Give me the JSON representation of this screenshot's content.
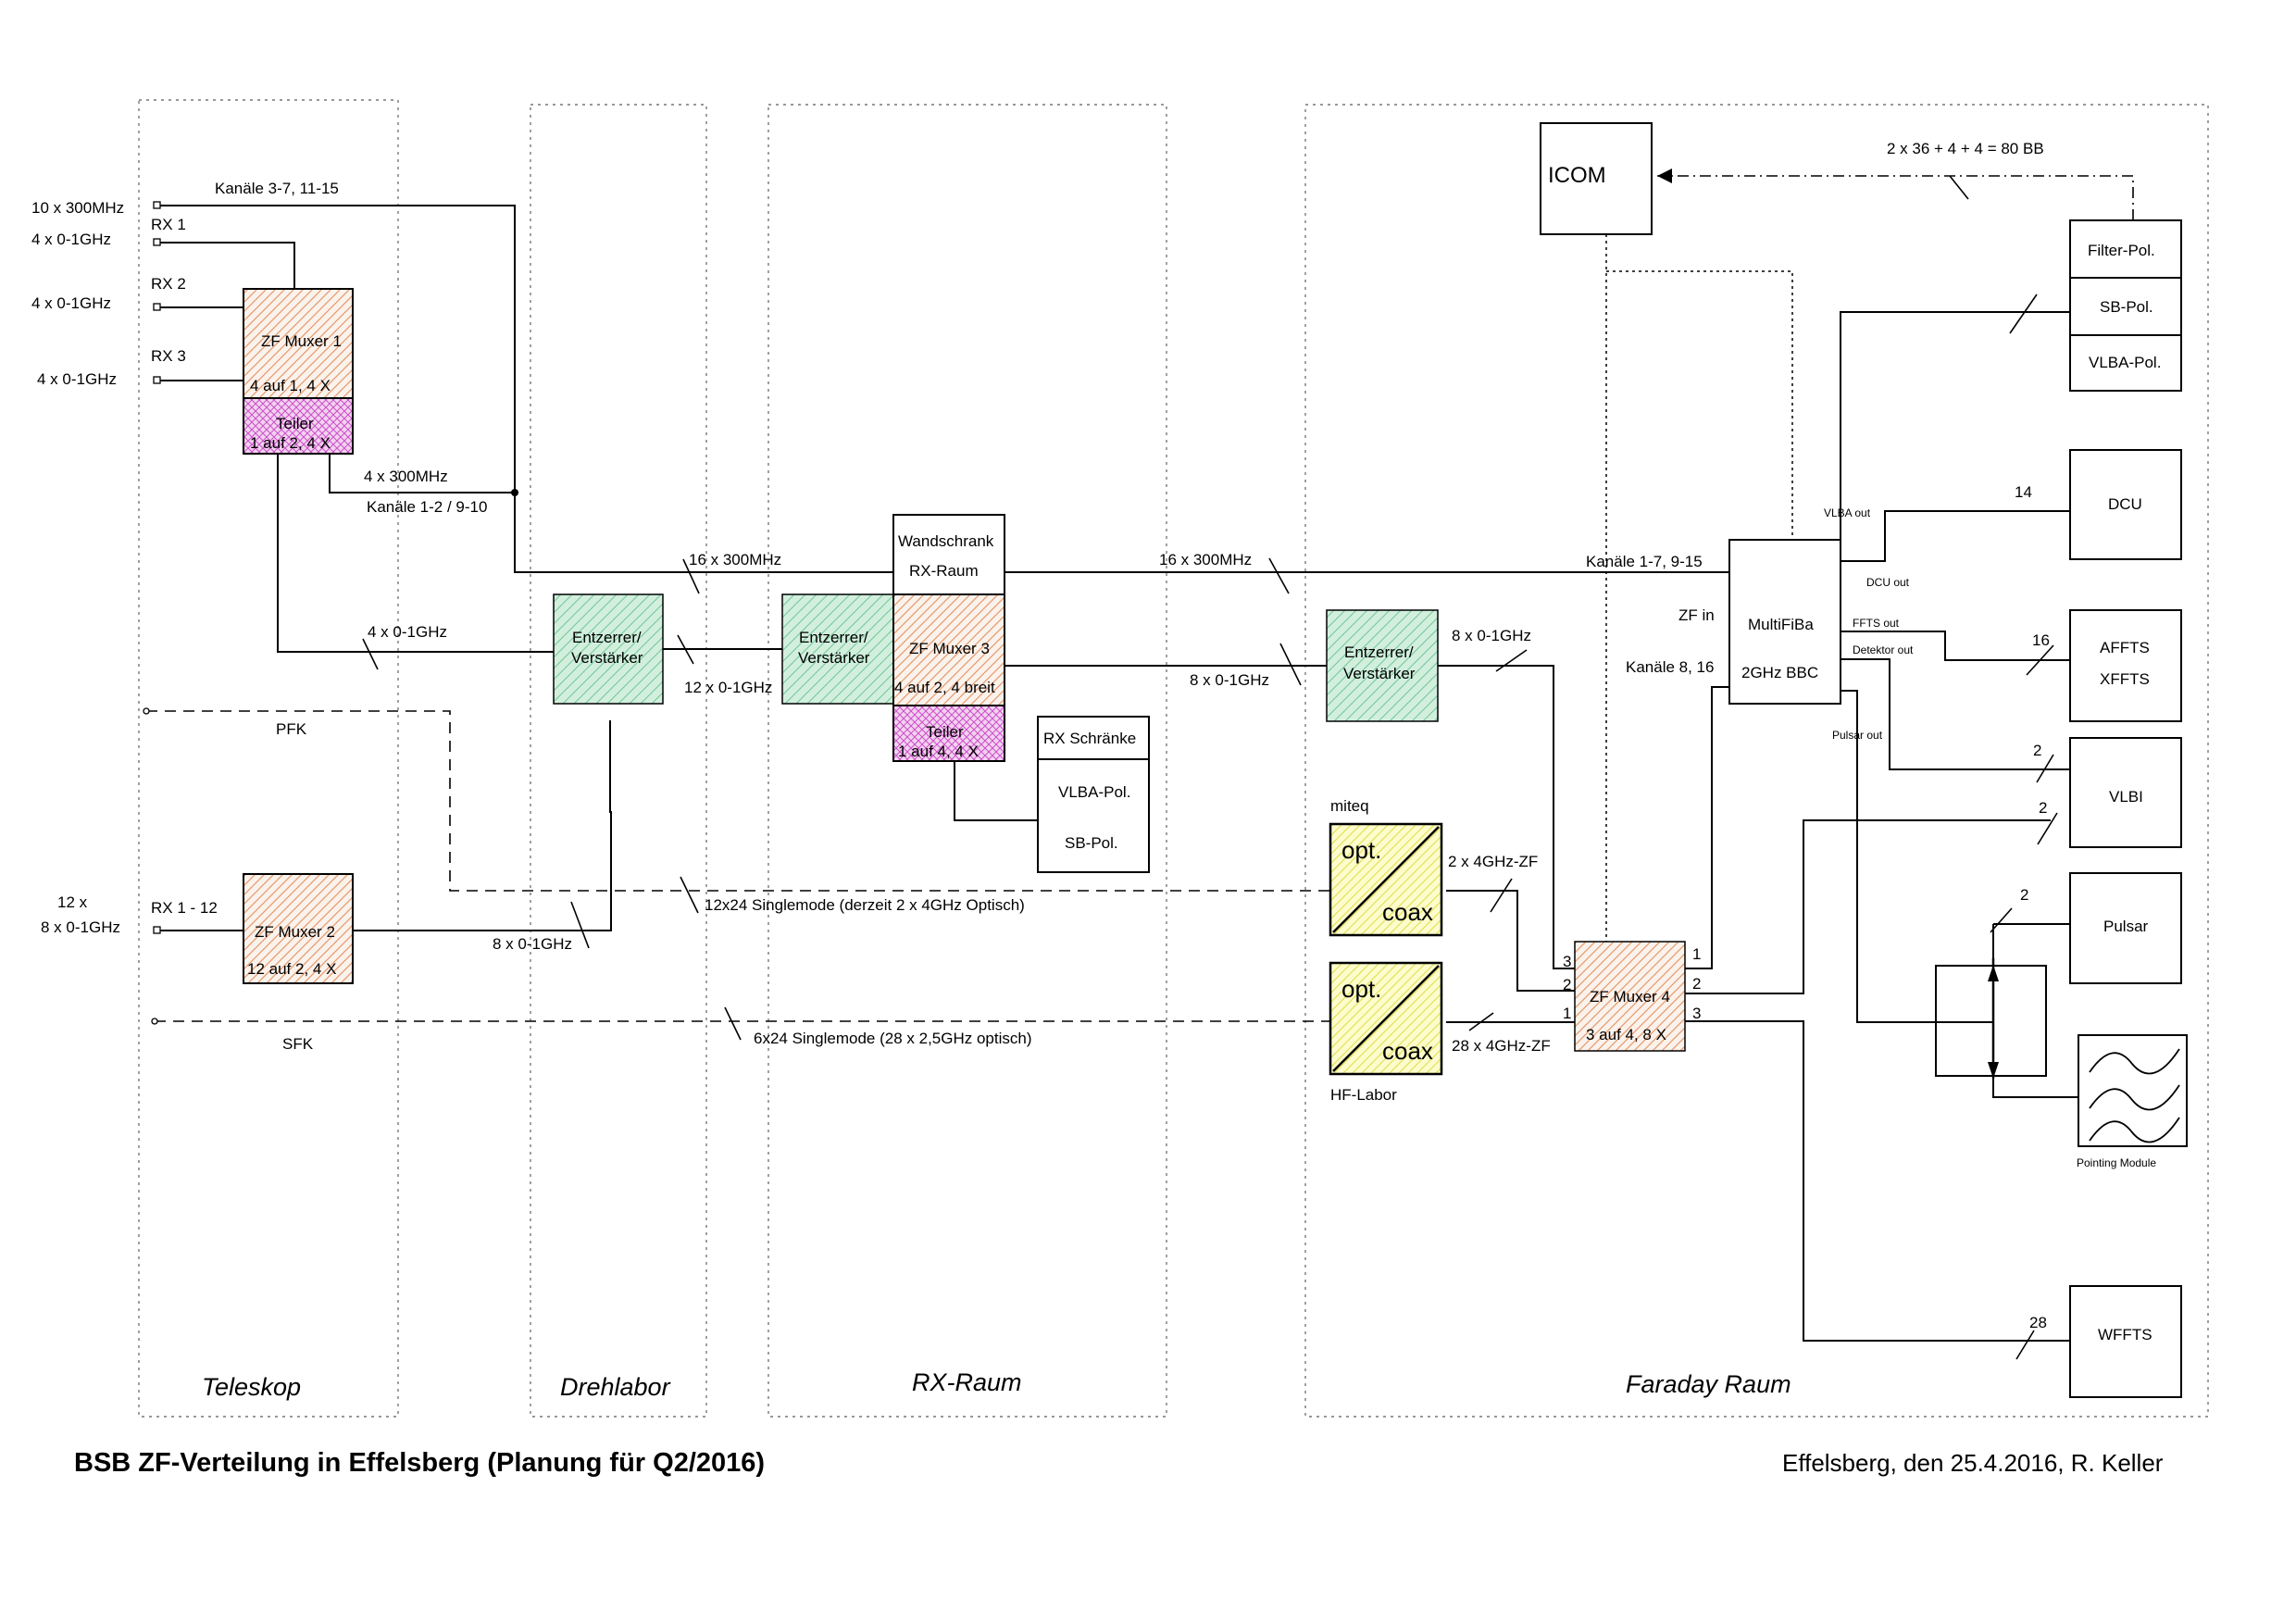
{
  "rooms": {
    "teleskop": "Teleskop",
    "drehlabor": "Drehlabor",
    "rx_raum": "RX-Raum",
    "faraday": "Faraday Raum"
  },
  "inputs": {
    "in_300": "10 x 300MHz",
    "rx1": "RX 1",
    "rx1_band": "4 x 0-1GHz",
    "rx2": "RX 2",
    "rx2_band": "4 x 0-1GHz",
    "rx3": "RX 3",
    "rx3_band": "4 x 0-1GHz",
    "rx_many_a": "12 x",
    "rx_many_b": "8 x 0-1GHz",
    "rx_many": "RX 1 - 12",
    "pfk": "PFK",
    "sfk": "SFK"
  },
  "blocks": {
    "muxer1": {
      "name": "ZF Muxer 1",
      "detail": "4 auf 1, 4 X"
    },
    "teiler1": {
      "name": "Teiler",
      "detail": "1 auf 2, 4 X"
    },
    "muxer2": {
      "name": "ZF Muxer 2",
      "detail": "12 auf 2, 4 X"
    },
    "entz1": {
      "line1": "Entzerrer/",
      "line2": "Verstärker"
    },
    "entz2": {
      "line1": "Entzerrer/",
      "line2": "Verstärker"
    },
    "entz3": {
      "line1": "Entzerrer/",
      "line2": "Verstärker"
    },
    "wandschrank": {
      "line1": "Wandschrank",
      "line2": "RX-Raum"
    },
    "muxer3": {
      "name": "ZF Muxer 3",
      "detail": "4 auf 2, 4 breit"
    },
    "teiler2": {
      "name": "Teiler",
      "detail": "1 auf 4, 4 X"
    },
    "rx_schraenke": {
      "title": "RX Schränke",
      "pol1": "VLBA-Pol.",
      "pol2": "SB-Pol."
    },
    "opt1": {
      "top": "opt.",
      "bottom": "coax",
      "label": "miteq"
    },
    "opt2": {
      "top": "opt.",
      "bottom": "coax",
      "label": "HF-Labor"
    },
    "muxer4": {
      "name": "ZF Muxer 4",
      "detail": "3 auf 4, 8 X"
    },
    "icom": "ICOM",
    "pol_stack": {
      "p1": "Filter-Pol.",
      "p2": "SB-Pol.",
      "p3": "VLBA-Pol."
    },
    "multifiba": {
      "line1": "MultiFiBa",
      "line2": "2GHz BBC",
      "zf_in": "ZF in",
      "kan": "Kanäle 8, 16"
    },
    "dcu": "DCU",
    "affts": {
      "line1": "AFFTS",
      "line2": "XFFTS"
    },
    "vlbi": "VLBI",
    "pulsar": "Pulsar",
    "pointing": "Pointing Module",
    "wffts": "WFFTS"
  },
  "ports": {
    "m4_in3": "3",
    "m4_in2": "2",
    "m4_in1": "1",
    "m4_out1": "1",
    "m4_out2": "2",
    "m4_out3": "3",
    "mf_vlba": "VLBA out",
    "mf_dcu": "DCU out",
    "mf_ffts": "FFTS out",
    "mf_det": "Detektor out",
    "mf_pulsar": "Pulsar out"
  },
  "labels": {
    "kanaele_3_7": "Kanäle 3-7, 11-15",
    "l_4x300": "4 x 300MHz",
    "kanaele_1_2": "Kanäle 1-2 / 9-10",
    "l_16x300_a": "16 x 300MHz",
    "l_16x300_b": "16 x 300MHz",
    "kanaele_1_7": "Kanäle 1-7, 9-15",
    "l_4x01": "4 x 0-1GHz",
    "l_12x01": "12 x 0-1GHz",
    "l_8x01_a": "8 x 0-1GHz",
    "l_8x01_b": "8 x 0-1GHz",
    "l_8x01_c": "8 x 0-1GHz",
    "single12": "12x24 Singlemode (derzeit 2 x 4GHz Optisch)",
    "single6": "6x24 Singlemode (28 x 2,5GHz optisch)",
    "l_2x4": "2 x 4GHz-ZF",
    "l_28x4": "28 x 4GHz-ZF",
    "bb_count": "2 x 36 + 4 + 4 = 80 BB",
    "n14": "14",
    "n16": "16",
    "n2a": "2",
    "n2b": "2",
    "n2c": "2",
    "n28": "28"
  },
  "footer": {
    "title": "BSB ZF-Verteilung in Effelsberg (Planung für Q2/2016)",
    "author": "Effelsberg, den 25.4.2016, R. Keller"
  }
}
